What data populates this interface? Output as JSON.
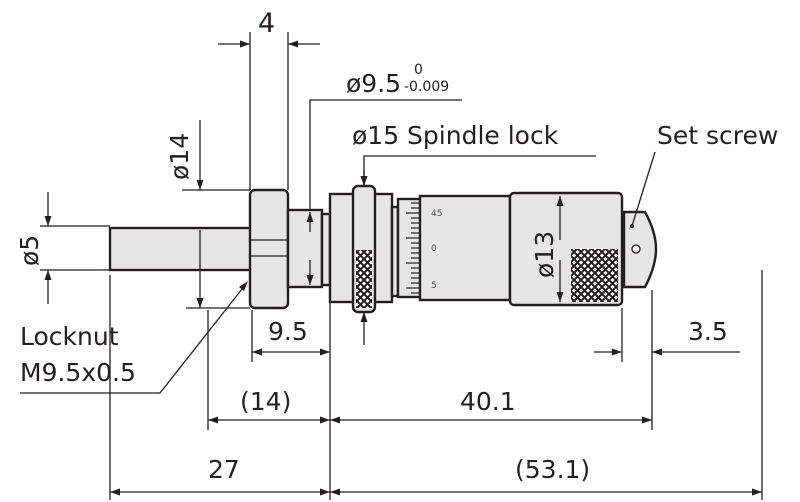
{
  "drawing": {
    "dims": {
      "locknut_width": "4",
      "sleeve_dia": "ø9.5",
      "sleeve_tol_upper": "0",
      "sleeve_tol_lower": "-0.009",
      "spindle_lock": "ø15 Spindle lock",
      "set_screw": "Set screw",
      "locknut_dia": "ø14",
      "spindle_dia": "ø5",
      "thimble_dia": "ø13",
      "locknut_label": "Locknut",
      "locknut_thread": "M9.5x0.5",
      "sleeve_len": "9.5",
      "cap_len": "3.5",
      "mount_len": "(14)",
      "body_len": "40.1",
      "spindle_len": "27",
      "total_len": "(53.1)"
    },
    "thimble_scale": [
      "45",
      "0",
      "5"
    ],
    "colors": {
      "line": "#231f20",
      "fill": "#e6e6e6"
    }
  }
}
